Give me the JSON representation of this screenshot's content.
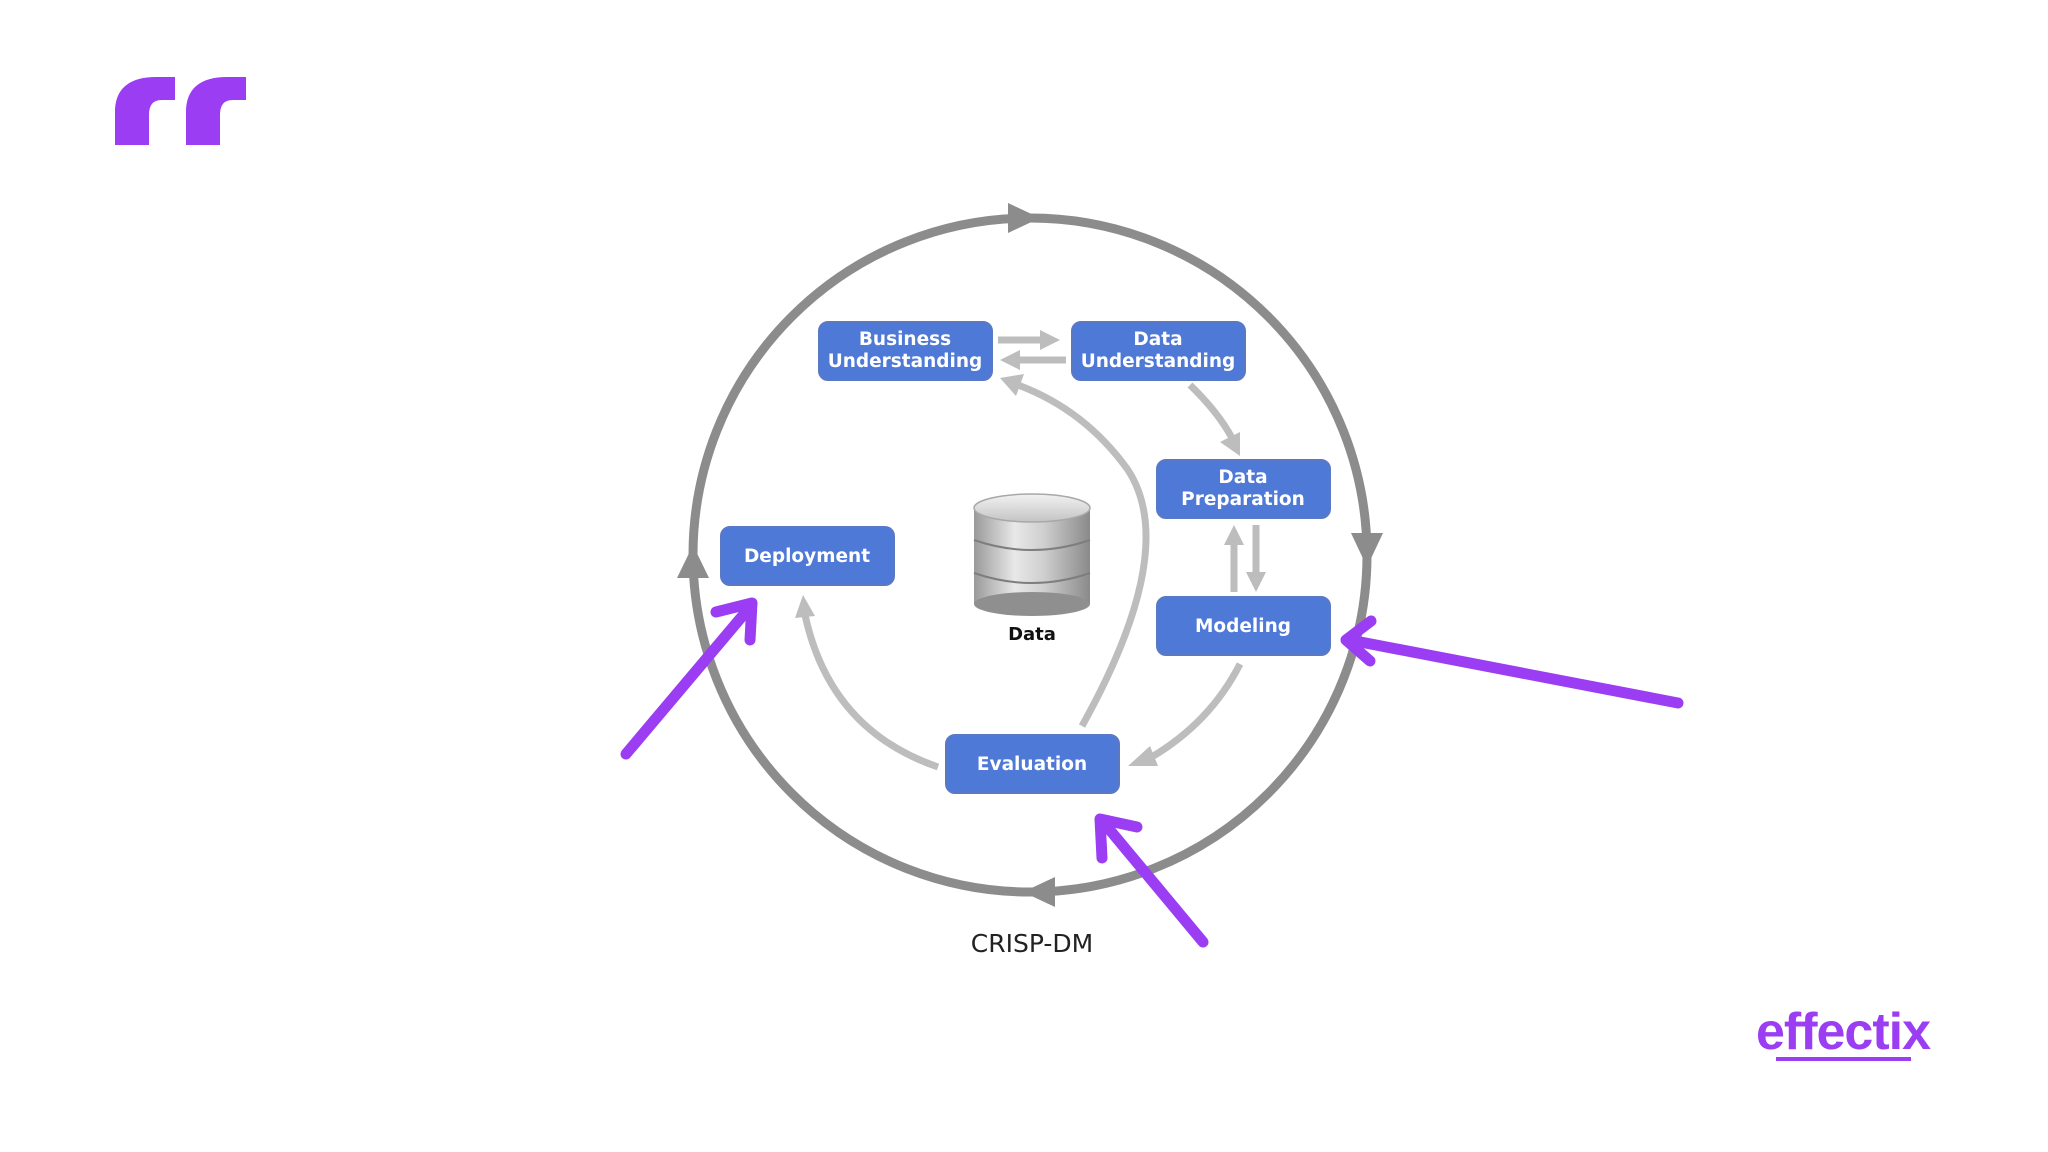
{
  "diagram": {
    "caption": "CRISP-DM",
    "database_label": "Data",
    "nodes": [
      {
        "id": "business",
        "lines": [
          "Business",
          "Understanding"
        ]
      },
      {
        "id": "data-understanding",
        "lines": [
          "Data",
          "Understanding"
        ]
      },
      {
        "id": "data-preparation",
        "lines": [
          "Data",
          "Preparation"
        ]
      },
      {
        "id": "modeling",
        "lines": [
          "Modeling"
        ]
      },
      {
        "id": "evaluation",
        "lines": [
          "Evaluation"
        ]
      },
      {
        "id": "deployment",
        "lines": [
          "Deployment"
        ]
      }
    ]
  },
  "brand": {
    "logo_text": "effectix"
  },
  "colors": {
    "accent": "#9b3df2",
    "node_fill": "#4e79d6",
    "cycle_gray": "#8c8c8c",
    "inner_arrow_gray": "#bdbdbd"
  },
  "decorations": {
    "quote_mark_icon": "open-quote-icon"
  }
}
